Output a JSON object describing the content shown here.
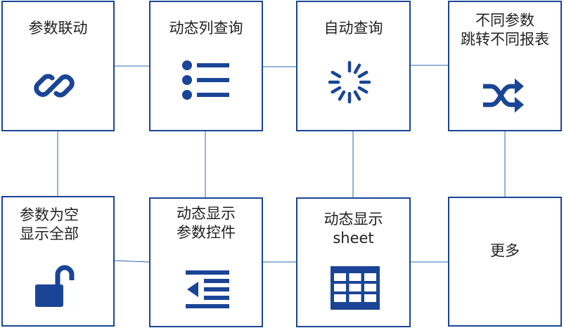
{
  "colors": {
    "accent": "#1a4596",
    "connector": "#2c67b0",
    "text": "#222222"
  },
  "cards": [
    {
      "label": "参数联动",
      "icon": "link-icon"
    },
    {
      "label": "动态列查询",
      "icon": "list-icon"
    },
    {
      "label": "自动查询",
      "icon": "spinner-icon"
    },
    {
      "label": "不同参数\n跳转不同报表",
      "icon": "shuffle-icon"
    },
    {
      "label": "参数为空\n显示全部",
      "icon": "unlock-icon"
    },
    {
      "label": "动态显示\n参数控件",
      "icon": "outdent-icon"
    },
    {
      "label": "动态显示\nsheet",
      "icon": "table-icon"
    },
    {
      "label": "更多",
      "icon": ""
    }
  ]
}
